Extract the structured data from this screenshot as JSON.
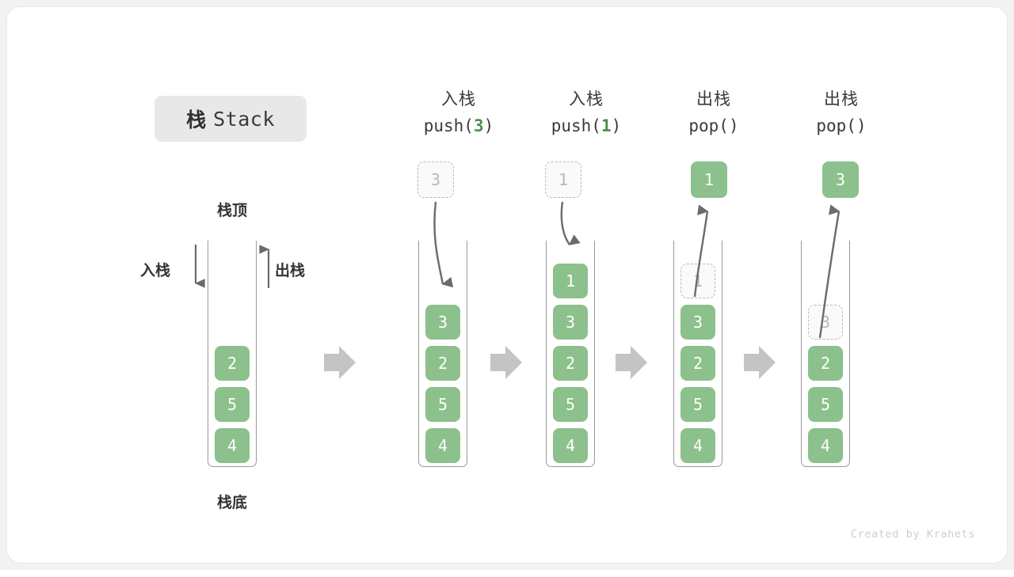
{
  "title": {
    "cjk": "栈",
    "latin": "Stack"
  },
  "credit": "Created by Krahets",
  "colors": {
    "element_green": "#8cc08c",
    "arg_green": "#4f8f4f",
    "ghost_gray": "#b7b7b7",
    "arrow_gray": "#6b6b6b",
    "block_arrow_gray": "#c4c4c4",
    "badge_gray": "#e8e8e8",
    "card_white": "#ffffff",
    "page_gray": "#f2f2f2"
  },
  "legend": {
    "top_label": "栈顶",
    "bottom_label": "栈底",
    "push_label": "入栈",
    "pop_label": "出栈"
  },
  "columns": [
    {
      "id": "initial",
      "kind": "initial",
      "header_cjk": "",
      "header_code": "",
      "stack": [
        "2",
        "5",
        "4"
      ]
    },
    {
      "id": "push-3",
      "kind": "push",
      "header_cjk": "入栈",
      "code_prefix": "push(",
      "code_arg": "3",
      "code_suffix": ")",
      "float_value": "3",
      "float_style": "ghost",
      "stack": [
        "3",
        "2",
        "5",
        "4"
      ]
    },
    {
      "id": "push-1",
      "kind": "push",
      "header_cjk": "入栈",
      "code_prefix": "push(",
      "code_arg": "1",
      "code_suffix": ")",
      "float_value": "1",
      "float_style": "ghost",
      "stack": [
        "1",
        "3",
        "2",
        "5",
        "4"
      ]
    },
    {
      "id": "pop-1",
      "kind": "pop",
      "header_cjk": "出栈",
      "code_prefix": "pop(",
      "code_arg": "",
      "code_suffix": ")",
      "float_value": "1",
      "float_style": "solid",
      "stack": [
        "1",
        "3",
        "2",
        "5",
        "4"
      ],
      "ghost_index": 0
    },
    {
      "id": "pop-3",
      "kind": "pop",
      "header_cjk": "出栈",
      "code_prefix": "pop(",
      "code_arg": "",
      "code_suffix": ")",
      "float_value": "3",
      "float_style": "solid",
      "stack": [
        "3",
        "2",
        "5",
        "4"
      ],
      "ghost_index": 0
    }
  ],
  "separators": [
    "block-arrow",
    "block-arrow",
    "block-arrow",
    "block-arrow"
  ]
}
